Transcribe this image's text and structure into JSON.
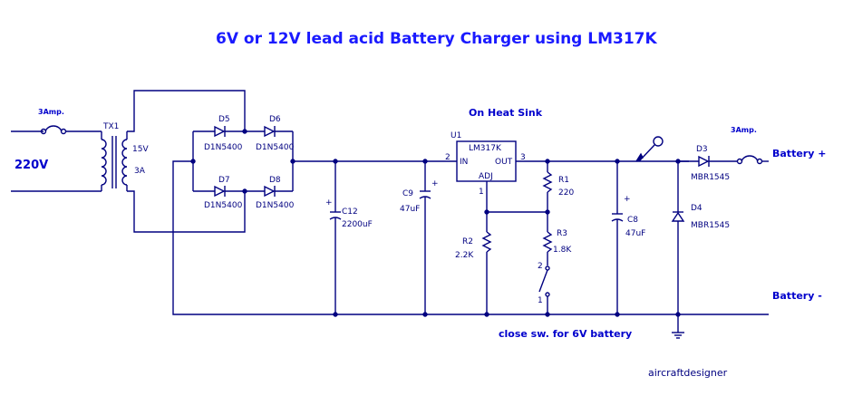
{
  "title": "6V or 12V lead acid Battery Charger using LM317K",
  "heat_sink_label": "On Heat Sink",
  "input": {
    "fuse_label": "3Amp.",
    "voltage_label": "220V"
  },
  "transformer": {
    "ref": "TX1",
    "secondary_voltage": "15V",
    "current": "3A"
  },
  "diodes": [
    {
      "ref": "D5",
      "part": "D1N5400"
    },
    {
      "ref": "D6",
      "part": "D1N5400"
    },
    {
      "ref": "D7",
      "part": "D1N5400"
    },
    {
      "ref": "D8",
      "part": "D1N5400"
    }
  ],
  "c12": {
    "ref": "C12",
    "value": "2200uF",
    "polarity": "+"
  },
  "c9": {
    "ref": "C9",
    "value": "47uF",
    "polarity": "+"
  },
  "regulator": {
    "ref": "U1",
    "part": "LM317K",
    "in_label": "IN",
    "out_label": "OUT",
    "adj_label": "ADJ",
    "pin_in": "2",
    "pin_out": "3",
    "pin_adj": "1"
  },
  "r1": {
    "ref": "R1",
    "value": "220"
  },
  "r2": {
    "ref": "R2",
    "value": "2.2K"
  },
  "r3": {
    "ref": "R3",
    "value": "1.8K"
  },
  "switch": {
    "pin_top": "2",
    "pin_bottom": "1",
    "note": "close sw. for 6V battery"
  },
  "c8": {
    "ref": "C8",
    "value": "47uF",
    "polarity": "+"
  },
  "d3": {
    "ref": "D3",
    "part": "MBR1545"
  },
  "d4": {
    "ref": "D4",
    "part": "MBR1545"
  },
  "output": {
    "fuse_label": "3Amp.",
    "positive_label": "Battery +",
    "negative_label": "Battery -"
  },
  "credit": "aircraftdesigner",
  "colors": {
    "wire": "#000080",
    "title": "#1a1aff",
    "label_bold": "#0000cc",
    "background": "#ffffff"
  }
}
